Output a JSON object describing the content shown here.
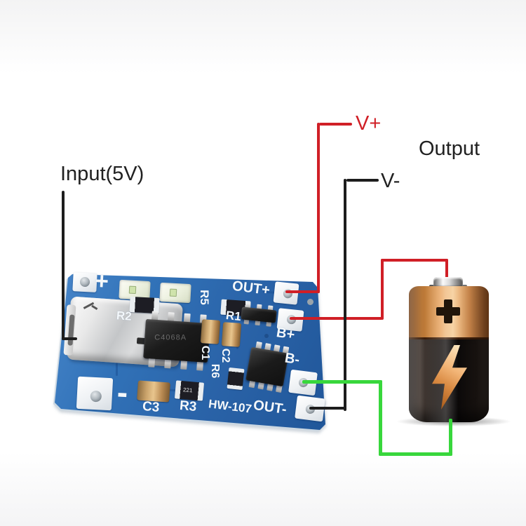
{
  "annotations": {
    "input": "Input(5V)",
    "v_plus": "V+",
    "v_minus": "V-",
    "output": "Output"
  },
  "board": {
    "silkscreen": {
      "plus": "+",
      "minus": "-",
      "r2": "R2",
      "r1": "R1",
      "r5": "R5",
      "c1": "C1",
      "c2": "C2",
      "r6": "R6",
      "c3": "C3",
      "r3": "R3",
      "model": "HW-107",
      "out_plus": "OUT+",
      "b_plus": "B+",
      "b_minus": "B-",
      "out_minus": "OUT-"
    },
    "ic_marking": "C4068A",
    "r3_code": "221"
  },
  "colors": {
    "pcb_blue": "#2e6bb1",
    "wire_red": "#d01f26",
    "wire_black": "#1d1d1d",
    "wire_green": "#38d73c",
    "battery_copper": "#d99050",
    "battery_body": "#141010"
  }
}
